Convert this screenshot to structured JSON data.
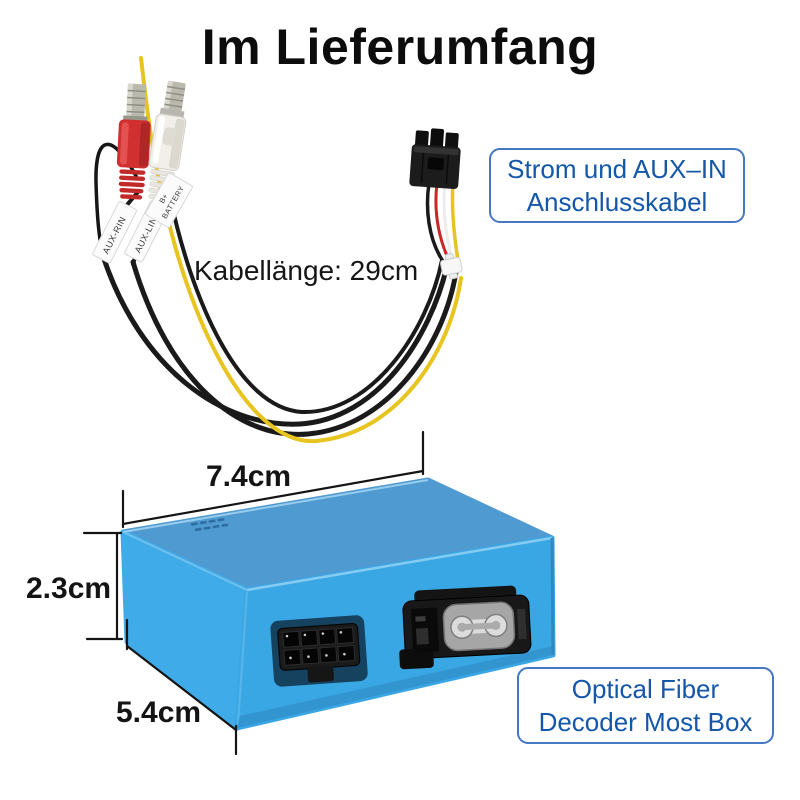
{
  "page": {
    "title": "Im Lieferumfang"
  },
  "callouts": {
    "cable": {
      "line1": "Strom und AUX–IN",
      "line2": "Anschlusskabel"
    },
    "box": {
      "line1": "Optical Fiber",
      "line2": "Decoder Most Box"
    },
    "text_color": "#1457a9",
    "border_color": "#4478c2"
  },
  "cable": {
    "length_label": "Kabellänge: 29cm",
    "tag_aux_rin": "AUX-RIN",
    "tag_aux_lin": "AUX-LIN",
    "tag_battery_line1": "B+",
    "tag_battery_line2": "BATTERY",
    "colors": {
      "yellow_wire": "#e7c41f",
      "black_wire": "#1a1a1a",
      "red_rca": "#d13030",
      "white_rca": "#f1efe8",
      "metal": "#b9b9ae",
      "plug_black": "#1c1c1c"
    }
  },
  "decoder_box": {
    "dim_width": "7.4cm",
    "dim_height": "2.3cm",
    "dim_depth": "5.4cm",
    "colors": {
      "top": "#4f9ad0",
      "front": "#3aa7e5",
      "side": "#3fabe8"
    }
  }
}
